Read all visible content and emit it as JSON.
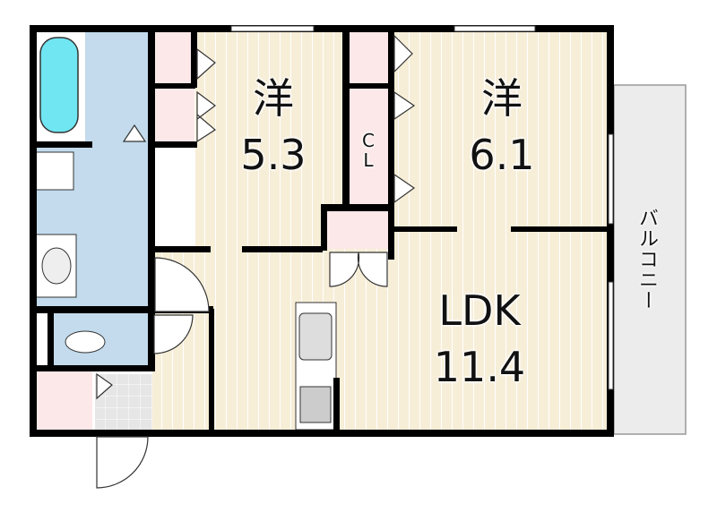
{
  "rooms": {
    "western1": {
      "kanji": "洋",
      "size": "5.3"
    },
    "western2": {
      "kanji": "洋",
      "size": "6.1"
    },
    "ldk": {
      "name": "LDK",
      "size": "11.4"
    },
    "closet": {
      "c": "C",
      "l": "L"
    },
    "balcony": {
      "name": "バルコニー"
    }
  },
  "colors": {
    "wall": "#000000",
    "floor_wood": "#f7eed8",
    "wet_area": "#c3dbec",
    "storage": "#fce8e8",
    "bathtub": "#6fe6f2",
    "balcony": "#ececec",
    "tile": "#e6e6e6"
  }
}
